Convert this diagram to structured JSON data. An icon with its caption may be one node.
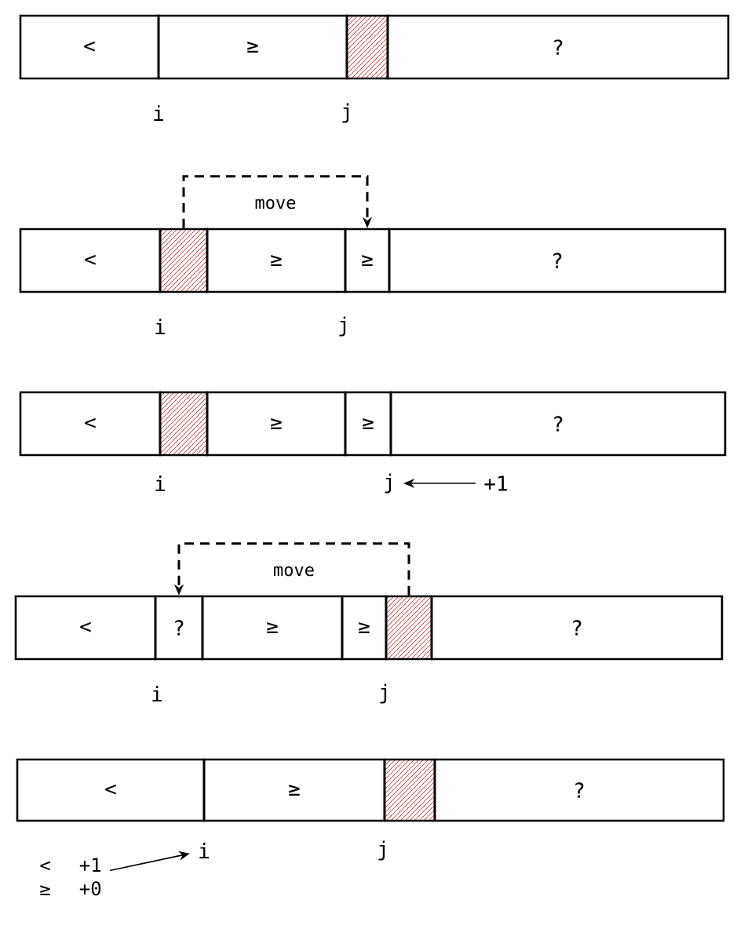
{
  "diagram": {
    "nodes": [
      {
        "text": [
          "<"
        ]
      },
      {
        "text": [
          "≥"
        ]
      },
      {
        "text": [],
        "shape": "box"
      },
      {
        "text": [
          "?"
        ]
      },
      {
        "text": [
          "<"
        ]
      },
      {
        "text": [],
        "shape": "box"
      },
      {
        "text": [
          "≥"
        ]
      },
      {
        "text": [
          "≥"
        ]
      },
      {
        "text": [
          "?"
        ]
      },
      {
        "text": [
          "<"
        ]
      },
      {
        "text": [],
        "shape": "box"
      },
      {
        "text": [
          "≥"
        ]
      },
      {
        "text": [
          "≥"
        ]
      },
      {
        "text": [
          "?"
        ]
      },
      {
        "text": [
          "j"
        ]
      },
      {
        "text": [
          "+1"
        ]
      },
      {
        "text": [
          "<"
        ]
      },
      {
        "text": [
          "?"
        ]
      },
      {
        "text": [
          "≥"
        ]
      },
      {
        "text": [
          "≥"
        ]
      },
      {
        "text": [],
        "shape": "box"
      },
      {
        "text": [
          "?"
        ]
      },
      {
        "text": [
          "<"
        ]
      },
      {
        "text": [
          "≥"
        ]
      },
      {
        "text": [],
        "shape": "box"
      },
      {
        "text": [
          "?"
        ]
      },
      {
        "text": [
          "i"
        ]
      },
      {
        "text": [
          "<",
          "+1",
          "≥",
          "+0"
        ]
      }
    ],
    "edges": [
      {
        "from": 5,
        "to": 7,
        "arrow": "to",
        "style": "dashed",
        "label": "move"
      },
      {
        "from": 15,
        "to": 14,
        "arrow": "to"
      },
      {
        "from": 20,
        "to": 17,
        "arrow": "to",
        "style": "dashed",
        "label": "move"
      },
      {
        "from": 27,
        "to": 26,
        "arrow": "to"
      }
    ],
    "labels": [
      "i",
      "j",
      "i",
      "j",
      "i",
      "i",
      "j",
      "j"
    ]
  }
}
